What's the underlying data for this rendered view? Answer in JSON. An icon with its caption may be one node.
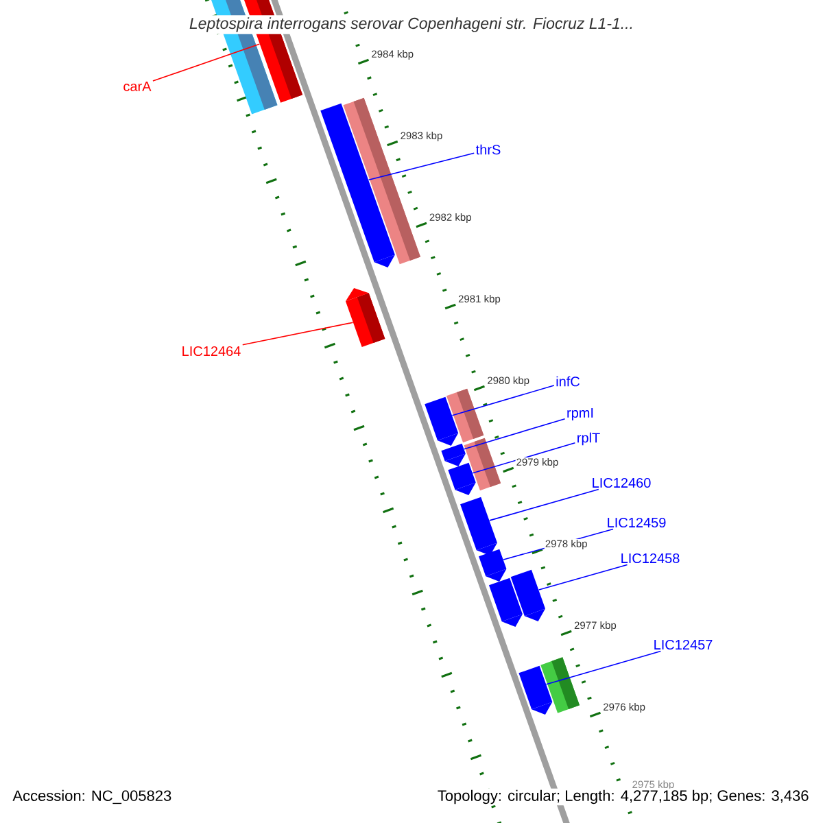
{
  "diagram": {
    "title": "Leptospira interrogans serovar Copenhageni str. Fiocruz L1-1...",
    "nodes": [
      {
        "text": [
          "carA"
        ]
      },
      {
        "text": [],
        "shape": "arrow"
      },
      {
        "text": [],
        "shape": "bar"
      },
      {
        "text": [
          "thrS"
        ]
      },
      {
        "text": [],
        "shape": "arrow"
      },
      {
        "text": [],
        "shape": "bar"
      },
      {
        "text": [
          "LIC12464"
        ]
      },
      {
        "text": [],
        "shape": "arrow"
      },
      {
        "text": [
          "infC"
        ]
      },
      {
        "text": [],
        "shape": "arrow"
      },
      {
        "text": [],
        "shape": "bar"
      },
      {
        "text": [
          "rpmI"
        ]
      },
      {
        "text": [],
        "shape": "arrow"
      },
      {
        "text": [],
        "shape": "bar"
      },
      {
        "text": [
          "rplT"
        ]
      },
      {
        "text": [],
        "shape": "arrow"
      },
      {
        "text": [
          "LIC12460"
        ]
      },
      {
        "text": [],
        "shape": "arrow"
      },
      {
        "text": [
          "LIC12459"
        ]
      },
      {
        "text": [],
        "shape": "arrow"
      },
      {
        "text": [
          "LIC12458"
        ]
      },
      {
        "text": [],
        "shape": "arrow"
      },
      {
        "text": [],
        "shape": "arrow"
      },
      {
        "text": [
          "LIC12457"
        ]
      },
      {
        "text": [],
        "shape": "arrow"
      },
      {
        "text": [],
        "shape": "bar"
      }
    ],
    "edges": [
      {
        "from": 0,
        "to": 1,
        "arrow": "none",
        "color": "#ff0000"
      },
      {
        "from": 3,
        "to": 4,
        "arrow": "none"
      },
      {
        "from": 6,
        "to": 7,
        "arrow": "none",
        "color": "#ff0000"
      },
      {
        "from": 8,
        "to": 9,
        "arrow": "none"
      },
      {
        "from": 11,
        "to": 12,
        "arrow": "none"
      },
      {
        "from": 14,
        "to": 15,
        "arrow": "none"
      },
      {
        "from": 16,
        "to": 17,
        "arrow": "none"
      },
      {
        "from": 18,
        "to": 19,
        "arrow": "none"
      },
      {
        "from": 20,
        "to": 22,
        "arrow": "none"
      },
      {
        "from": 23,
        "to": 24,
        "arrow": "none"
      }
    ],
    "labels": [
      "2984 kbp",
      "2983 kbp",
      "2982 kbp",
      "2981 kbp",
      "2980 kbp",
      "2979 kbp",
      "2978 kbp",
      "2977 kbp",
      "2976 kbp",
      "2975 kbp",
      "Accession: NC_005823",
      "Topology: circular; Length: 4,277,185 bp; Genes: 3,436"
    ]
  }
}
